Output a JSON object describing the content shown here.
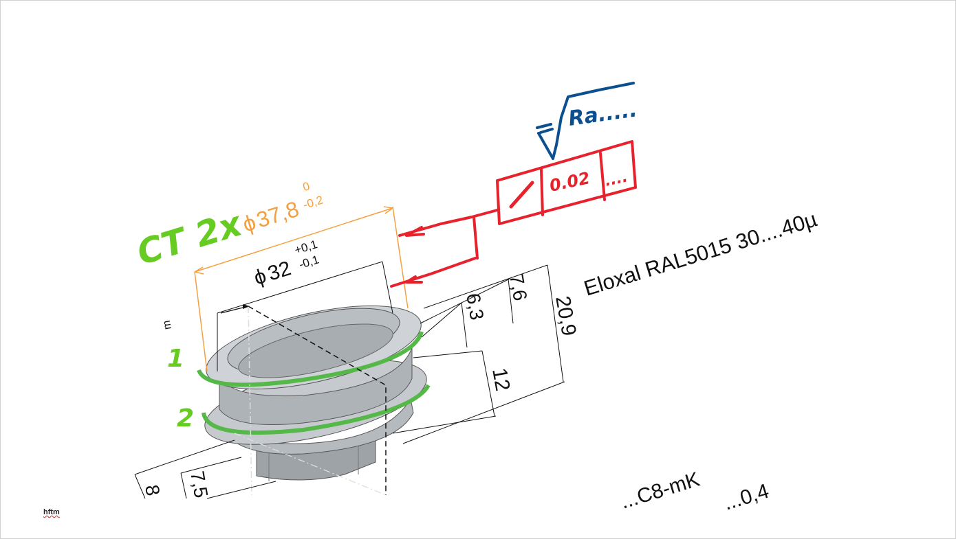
{
  "footer": {
    "logo_text": "hftm"
  },
  "colors": {
    "dimension": "#111111",
    "annotation_orange": "#f5a040",
    "annotation_green": "#66cc22",
    "annotation_red": "#e8222d",
    "annotation_blue": "#0c4f8f",
    "part_gray": "#c8ccd0",
    "part_stripe": "#55b848"
  },
  "drawing": {
    "outer_diameter": {
      "symbol": "ϕ",
      "value": "37,8",
      "tol_upper": "0",
      "tol_lower": "-0,2"
    },
    "inner_diameter": {
      "symbol": "ϕ",
      "value": "32",
      "tol_upper": "+0,1",
      "tol_lower": "-0,1"
    },
    "ct_label": "CT 2x",
    "dims": {
      "d1": "7,6",
      "d2": "6,3",
      "d3": "20,9",
      "d4": "12",
      "d5": "8",
      "d6": "7,5"
    },
    "surface_note": "Eloxal RAL5015 30....40µ",
    "surface_bottom": "...C8-mK",
    "surface_bottom2": "...0,4",
    "stripe_labels": [
      "1",
      "2"
    ],
    "small_mark": "m",
    "roughness": "Ra.....",
    "tolerance_frame": {
      "symbol": "↗",
      "value": "0.02",
      "extra": "...."
    }
  }
}
